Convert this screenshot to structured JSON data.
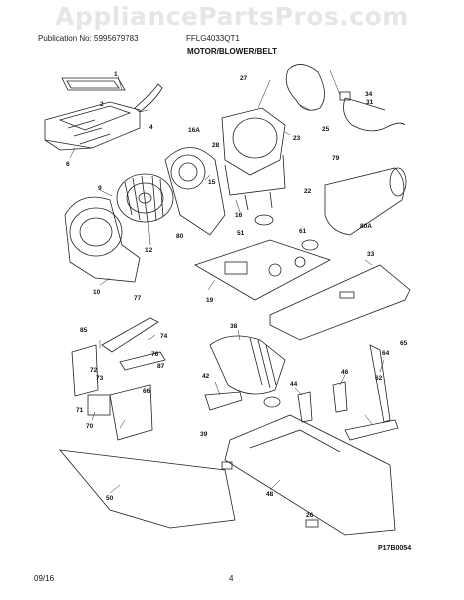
{
  "header": {
    "watermark": "AppliancePartsPros.com",
    "publication": "Publication No: 5995679783",
    "model": "FFLG4033QT1",
    "title": "MOTOR/BLOWER/BELT"
  },
  "footer": {
    "date": "09/16",
    "page": "4"
  },
  "diagram": {
    "code": "P17B0054",
    "callouts": [
      "1",
      "2",
      "4",
      "6",
      "9",
      "10",
      "12",
      "15",
      "16",
      "16A",
      "19",
      "22",
      "23",
      "25",
      "26",
      "27",
      "28",
      "31",
      "33",
      "34",
      "38",
      "39",
      "42",
      "44",
      "46",
      "48",
      "50",
      "51",
      "61",
      "62",
      "64",
      "65",
      "66",
      "70",
      "71",
      "72",
      "73",
      "74",
      "76",
      "77",
      "79",
      "80",
      "80A",
      "85",
      "87"
    ]
  }
}
